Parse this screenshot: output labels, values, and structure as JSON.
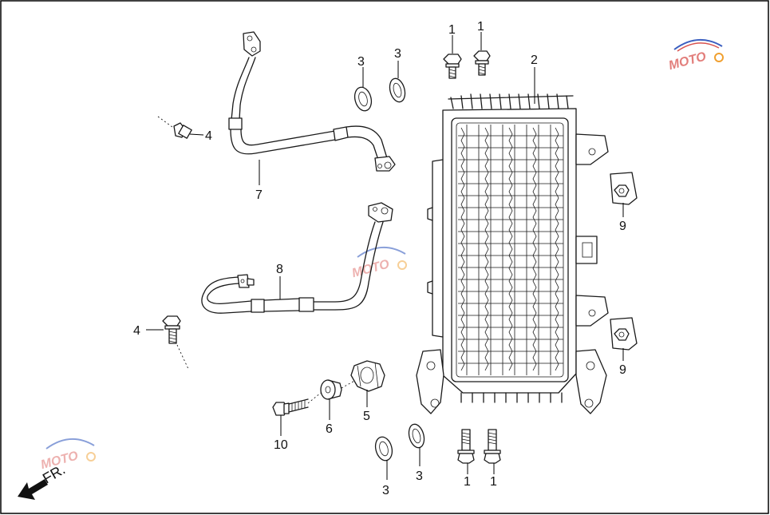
{
  "diagram": {
    "callouts": [
      {
        "id": "1a",
        "label": "1"
      },
      {
        "id": "1b",
        "label": "1"
      },
      {
        "id": "1c",
        "label": "1"
      },
      {
        "id": "1d",
        "label": "1"
      },
      {
        "id": "2",
        "label": "2"
      },
      {
        "id": "3a",
        "label": "3"
      },
      {
        "id": "3b",
        "label": "3"
      },
      {
        "id": "3c",
        "label": "3"
      },
      {
        "id": "3d",
        "label": "3"
      },
      {
        "id": "4a",
        "label": "4"
      },
      {
        "id": "4b",
        "label": "4"
      },
      {
        "id": "5",
        "label": "5"
      },
      {
        "id": "6",
        "label": "6"
      },
      {
        "id": "7",
        "label": "7"
      },
      {
        "id": "8",
        "label": "8"
      },
      {
        "id": "9a",
        "label": "9"
      },
      {
        "id": "9b",
        "label": "9"
      },
      {
        "id": "10",
        "label": "10"
      }
    ],
    "direction_label": "FR.",
    "watermark": "MOTO",
    "colors": {
      "line": "#1a1a1a",
      "watermark_red": "#d9534f",
      "watermark_blue": "#3b5fc0",
      "watermark_orange": "#f0a030"
    }
  }
}
